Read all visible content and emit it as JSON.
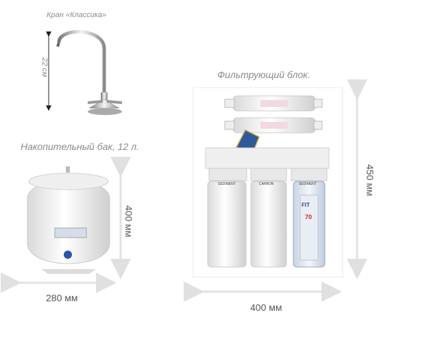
{
  "faucet": {
    "title": "Кран «Классика»",
    "height_label": "22 см"
  },
  "tank": {
    "title": "Накопительный бак, 12 л.",
    "height_label": "400 мм",
    "width_label": "280 мм"
  },
  "filter_block": {
    "title": "Фильтрующий блок.",
    "height_label": "450 мм",
    "width_label": "400 мм",
    "housing_labels": [
      "SEDIMENT",
      "CARBON",
      "SEDIMENT"
    ],
    "clear_housing_text": "FIT",
    "clear_housing_number": "70"
  },
  "colors": {
    "dimension_line": "#e2e2e2",
    "arrow": "#222222",
    "label": "#8a8a8a",
    "housing_white": "#f2f2f2"
  }
}
